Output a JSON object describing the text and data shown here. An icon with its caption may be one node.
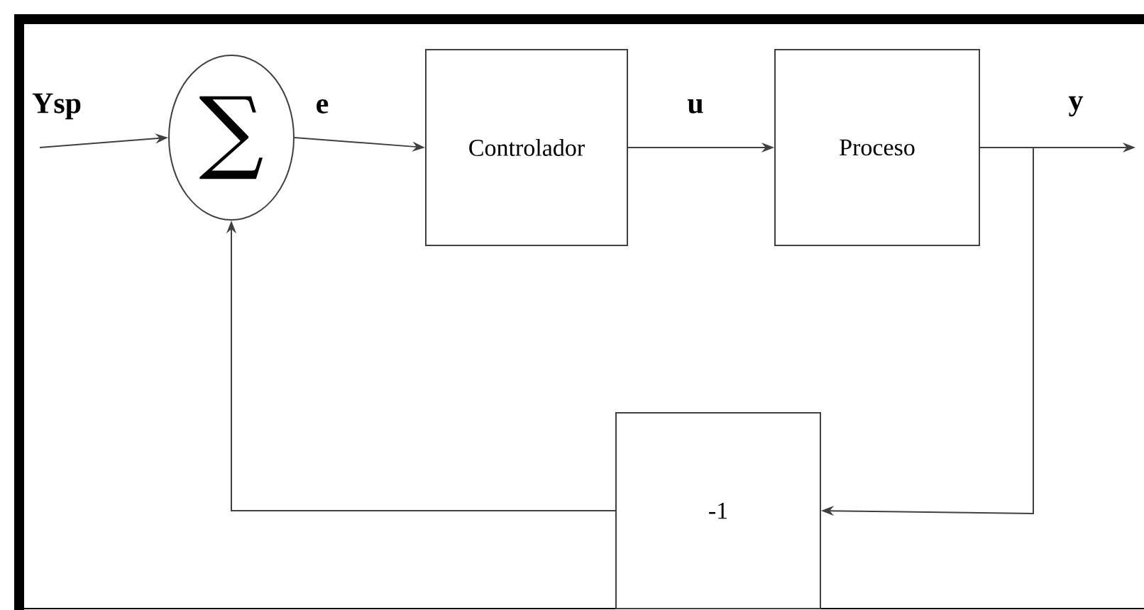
{
  "diagram": {
    "nodes": [
      {
        "text": [
          "∑"
        ]
      },
      {
        "text": [
          "Controlador"
        ]
      },
      {
        "text": [
          "Proceso"
        ]
      },
      {
        "text": [
          "-1"
        ]
      }
    ],
    "edges": [
      {
        "from": null,
        "to": 0,
        "arrow": "to",
        "label": "Ysp"
      },
      {
        "from": 0,
        "to": 1,
        "arrow": "to",
        "label": "e"
      },
      {
        "from": 1,
        "to": 2,
        "arrow": "to",
        "label": "u"
      },
      {
        "from": 2,
        "to": null,
        "arrow": "to",
        "label": "y"
      },
      {
        "from": 2,
        "to": 3,
        "arrow": "to"
      },
      {
        "from": 3,
        "to": 0,
        "arrow": "to"
      }
    ]
  }
}
